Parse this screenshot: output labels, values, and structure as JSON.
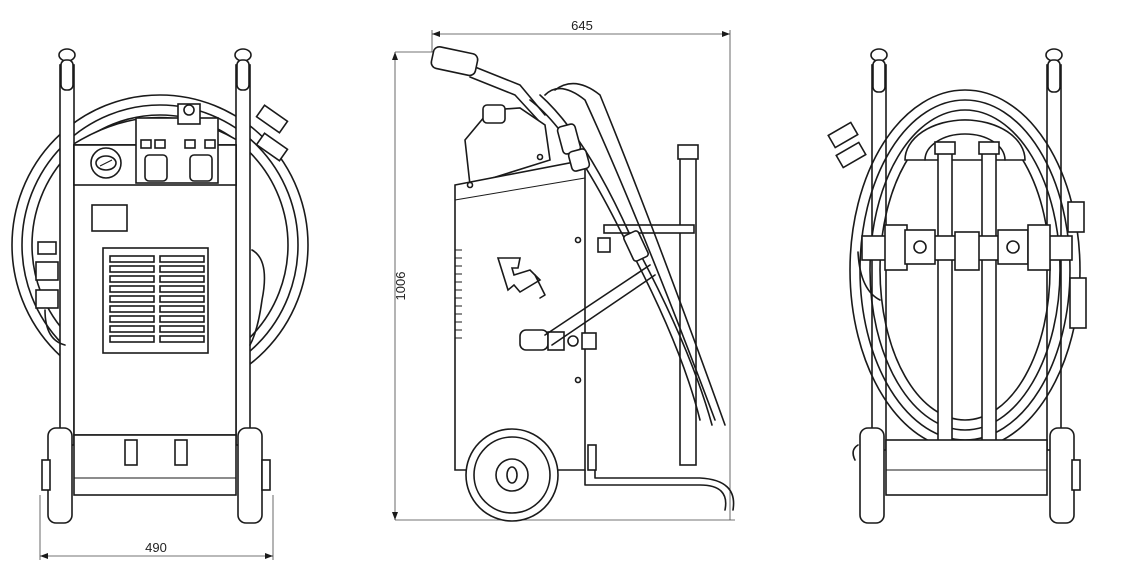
{
  "dimensions": {
    "width_label": "490",
    "depth_label": "645",
    "height_label": "1006"
  },
  "views": [
    "front-view",
    "side-view",
    "rear-view"
  ],
  "colors": {
    "line": "#1a1a1a",
    "background": "#ffffff"
  }
}
